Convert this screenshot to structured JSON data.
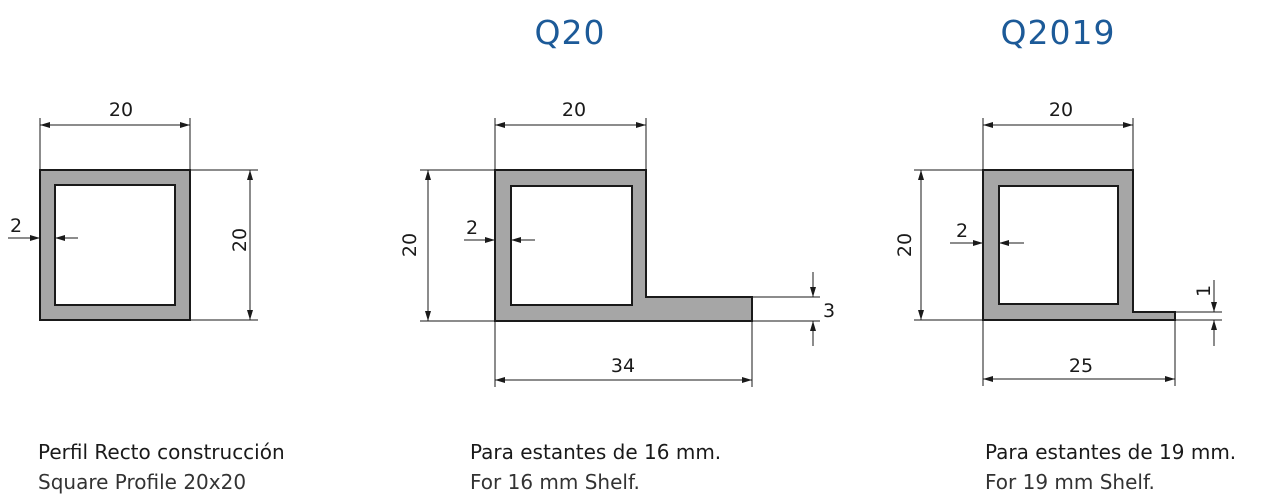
{
  "profiles": [
    {
      "code": "",
      "dims": {
        "width": "20",
        "height": "20",
        "wall": "2"
      },
      "caption": {
        "es": "Perfil Recto construcción",
        "en": "Square Profile 20x20"
      }
    },
    {
      "code": "Q20",
      "dims": {
        "width": "20",
        "height": "20",
        "wall": "2",
        "flange_length": "34",
        "flange_thickness": "3"
      },
      "caption": {
        "es": "Para estantes de 16 mm.",
        "en": "For 16 mm Shelf."
      }
    },
    {
      "code": "Q2019",
      "dims": {
        "width": "20",
        "height": "20",
        "wall": "2",
        "flange_length": "25",
        "flange_thickness": "1"
      },
      "caption": {
        "es": "Para estantes de 19 mm.",
        "en": "For 19 mm Shelf."
      }
    }
  ],
  "colors": {
    "code_text": "#1c5a98",
    "profile_fill": "#a6a6a6",
    "line": "#1a1a1a"
  }
}
